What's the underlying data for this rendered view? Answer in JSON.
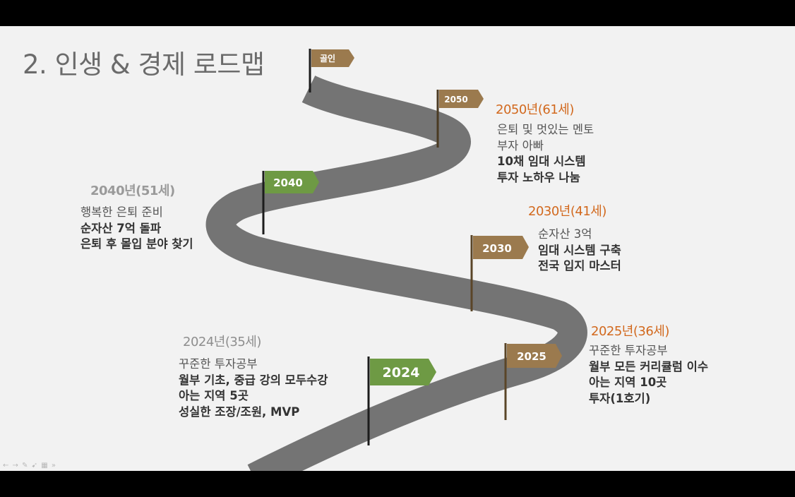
{
  "slide": {
    "title": "2. 인생 & 경제 로드맵"
  },
  "flags": {
    "goal": "골인",
    "f2050": "2050",
    "f2040": "2040",
    "f2030": "2030",
    "f2025": "2025",
    "f2024": "2024"
  },
  "colors": {
    "road": "#747474",
    "flag_brown": "#9b7a4e",
    "flag_green": "#6e9a44",
    "pole": "#1c1c1c",
    "year_orange": "#d2691e"
  },
  "milestones": {
    "y2050": {
      "heading": "2050년(61세)",
      "lines": [
        "은퇴 및 멋있는 멘토",
        "부자 아빠",
        "10채 임대 시스템",
        "투자 노하우 나눔"
      ]
    },
    "y2040": {
      "heading": "2040년(51세)",
      "lines": [
        "행복한 은퇴 준비",
        "순자산 7억 돌파",
        "은퇴 후 몰입 분야 찾기"
      ]
    },
    "y2030": {
      "heading": "2030년(41세)",
      "lines": [
        "순자산 3억",
        "임대 시스템 구축",
        "전국 입지 마스터"
      ]
    },
    "y2025": {
      "heading": "2025년(36세)",
      "lines": [
        "꾸준한 투자공부",
        "월부 모든 커리큘럼 이수",
        "아는 지역 10곳",
        "투자(1호기)"
      ]
    },
    "y2024": {
      "heading": "2024년(35세)",
      "lines": [
        "꾸준한 투자공부",
        "월부 기초, 중급 강의 모두수강",
        "아는 지역 5곳",
        "성실한 조장/조원, MVP"
      ]
    }
  },
  "navigation": {
    "icons": [
      "prev-arrow-icon",
      "next-arrow-icon",
      "pen-icon",
      "pointer-icon",
      "menu-icon",
      "more-icon"
    ],
    "glyphs": "← → ✎ ➹ ▦ »"
  }
}
